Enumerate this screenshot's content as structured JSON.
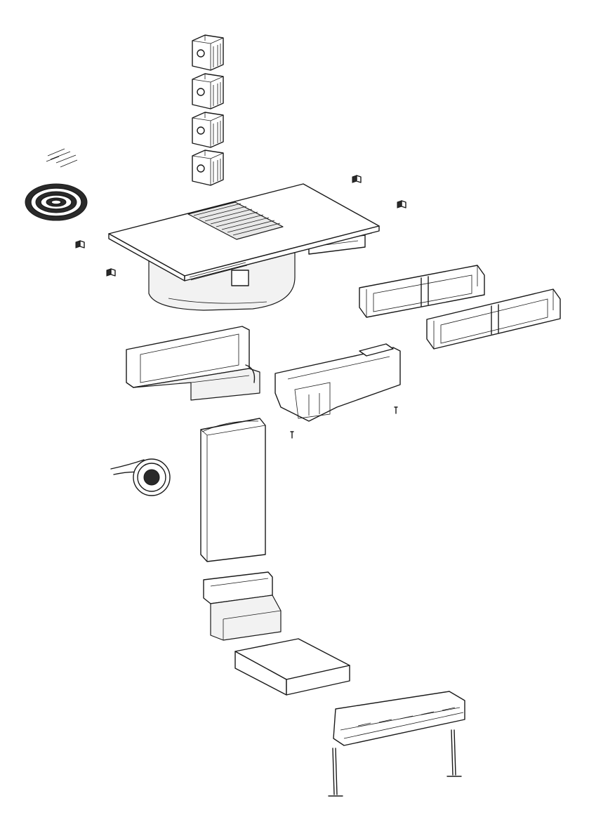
{
  "diagram": {
    "type": "exploded-assembly-view",
    "parts": [
      {
        "name": "carbon-filter",
        "quantity": 4
      },
      {
        "name": "fixing-clips",
        "quantity": 3
      },
      {
        "name": "sealing-gasket-roll",
        "quantity": 1
      },
      {
        "name": "bracket",
        "quantity": 4
      },
      {
        "name": "hob-with-downdraft-extractor",
        "quantity": 1
      },
      {
        "name": "duct-extension-frame",
        "quantity": 2
      },
      {
        "name": "filter-housing",
        "quantity": 1
      },
      {
        "name": "motor-unit",
        "quantity": 1
      },
      {
        "name": "screw",
        "quantity": 2
      },
      {
        "name": "sealing-tape-roll",
        "quantity": 1
      },
      {
        "name": "vertical-duct",
        "quantity": 1
      },
      {
        "name": "duct-elbow",
        "quantity": 1
      },
      {
        "name": "flat-duct",
        "quantity": 1
      },
      {
        "name": "plinth-outlet",
        "quantity": 1
      },
      {
        "name": "adjustable-foot",
        "quantity": 2
      }
    ],
    "colors": {
      "line": "#1a1a1a",
      "fill": "#ffffff",
      "shade": "#e8e8e8",
      "dark": "#2a2a2a"
    }
  }
}
